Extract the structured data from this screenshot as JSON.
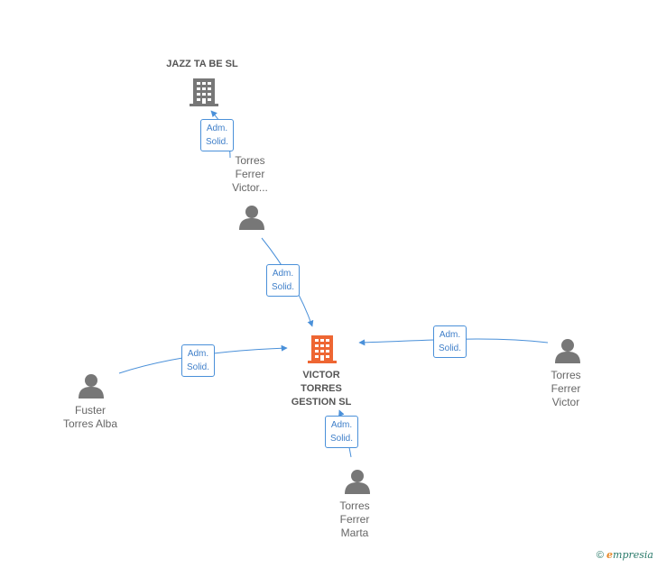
{
  "nodes": {
    "jazz": {
      "label": "JAZZ TA BE  SL",
      "type": "company",
      "color": "#777777"
    },
    "victor_gestion": {
      "label": "VICTOR\nTORRES\nGESTION  SL",
      "type": "company",
      "color": "#ee6633"
    },
    "torres_ferrer_victor_top": {
      "label": "Torres\nFerrer\nVictor...",
      "type": "person"
    },
    "torres_ferrer_victor_right": {
      "label": "Torres\nFerrer\nVictor",
      "type": "person"
    },
    "fuster_torres_alba": {
      "label": "Fuster\nTorres Alba",
      "type": "person"
    },
    "torres_ferrer_marta": {
      "label": "Torres\nFerrer\nMarta",
      "type": "person"
    }
  },
  "edges": [
    {
      "label": "Adm.\nSolid.",
      "from": "torres_ferrer_victor_top",
      "to": "jazz"
    },
    {
      "label": "Adm.\nSolid.",
      "from": "torres_ferrer_victor_top",
      "to": "victor_gestion"
    },
    {
      "label": "Adm.\nSolid.",
      "from": "fuster_torres_alba",
      "to": "victor_gestion"
    },
    {
      "label": "Adm.\nSolid.",
      "from": "torres_ferrer_victor_right",
      "to": "victor_gestion"
    },
    {
      "label": "Adm.\nSolid.",
      "from": "torres_ferrer_marta",
      "to": "victor_gestion"
    }
  ],
  "colors": {
    "edge": "#4a90d9",
    "person": "#777777"
  },
  "footer": {
    "copyright": "©",
    "brand_e": "e",
    "brand_rest": "mpresia"
  }
}
